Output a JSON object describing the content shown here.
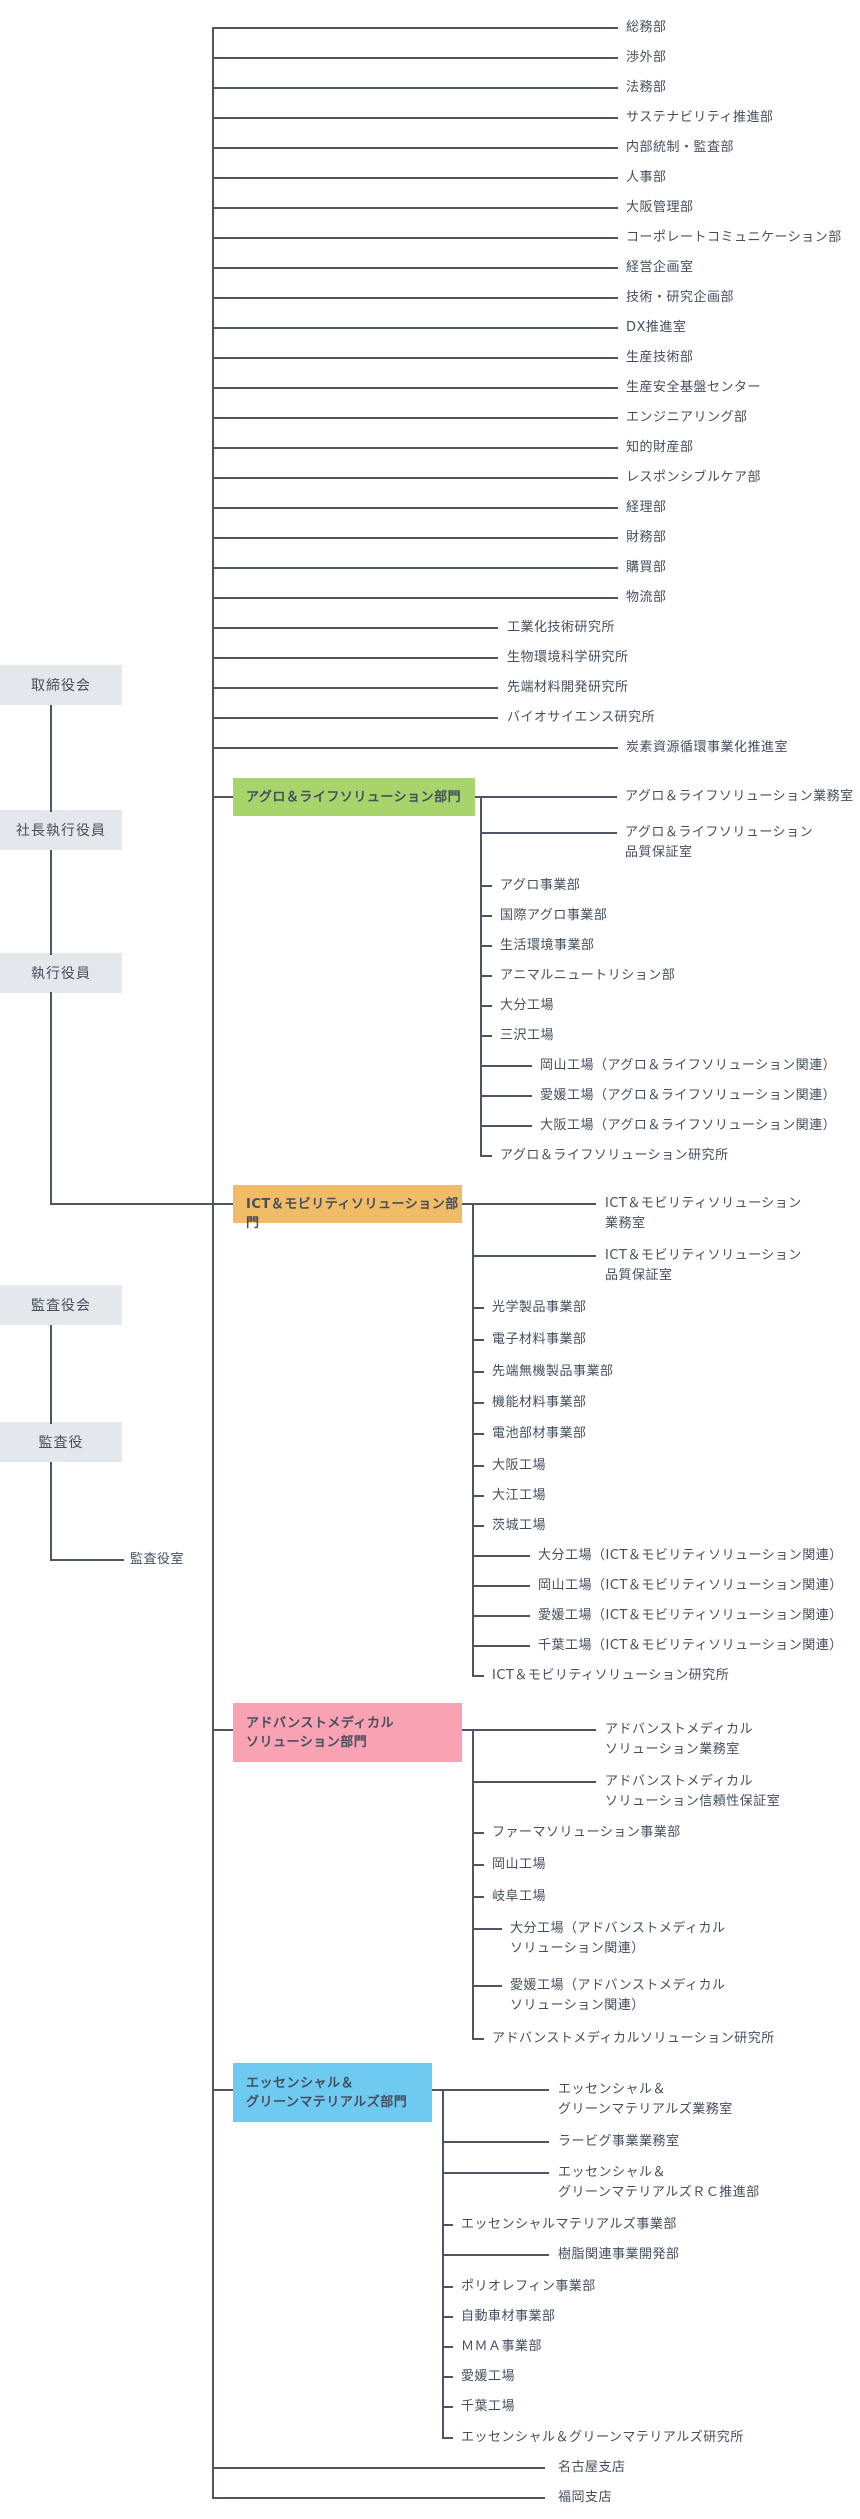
{
  "colors": {
    "line": "#4e5565",
    "text": "#454e5c",
    "governance_box": "#e4e8ec",
    "division_agro": "#a8d46c",
    "division_ict": "#f1bc67",
    "division_amd": "#f8a2b3",
    "division_egm": "#6fcaf2"
  },
  "governance": {
    "executive_chain": [
      {
        "label": "取締役会"
      },
      {
        "label": "社長執行役員"
      },
      {
        "label": "執行役員"
      }
    ],
    "audit_chain": [
      {
        "label": "監査役会"
      },
      {
        "label": "監査役"
      }
    ],
    "audit_office_label": "監査役室"
  },
  "corporate_units": [
    {
      "label": "総務部",
      "tier": "direct"
    },
    {
      "label": "渉外部",
      "tier": "direct"
    },
    {
      "label": "法務部",
      "tier": "direct"
    },
    {
      "label": "サステナビリティ推進部",
      "tier": "direct"
    },
    {
      "label": "内部統制・監査部",
      "tier": "direct"
    },
    {
      "label": "人事部",
      "tier": "direct"
    },
    {
      "label": "大阪管理部",
      "tier": "direct"
    },
    {
      "label": "コーポレートコミュニケーション部",
      "tier": "direct"
    },
    {
      "label": "経営企画室",
      "tier": "direct"
    },
    {
      "label": "技術・研究企画部",
      "tier": "direct"
    },
    {
      "label": "DX推進室",
      "tier": "direct"
    },
    {
      "label": "生産技術部",
      "tier": "direct"
    },
    {
      "label": "生産安全基盤センター",
      "tier": "direct"
    },
    {
      "label": "エンジニアリング部",
      "tier": "direct"
    },
    {
      "label": "知的財産部",
      "tier": "direct"
    },
    {
      "label": "レスポンシブルケア部",
      "tier": "direct"
    },
    {
      "label": "経理部",
      "tier": "direct"
    },
    {
      "label": "財務部",
      "tier": "direct"
    },
    {
      "label": "購買部",
      "tier": "direct"
    },
    {
      "label": "物流部",
      "tier": "direct"
    },
    {
      "label": "工業化技術研究所",
      "tier": "institute"
    },
    {
      "label": "生物環境科学研究所",
      "tier": "institute"
    },
    {
      "label": "先端材料開発研究所",
      "tier": "institute"
    },
    {
      "label": "バイオサイエンス研究所",
      "tier": "institute"
    },
    {
      "label": "炭素資源循環事業化推進室",
      "tier": "direct"
    }
  ],
  "divisions": [
    {
      "name_lines": [
        "アグロ＆ライフソリューション部門"
      ],
      "color": "#a8d46c",
      "units": [
        {
          "lines": [
            "アグロ＆ライフソリューション業務室"
          ],
          "tier": "office"
        },
        {
          "lines": [
            "アグロ＆ライフソリューション",
            "品質保証室"
          ],
          "tier": "office"
        },
        {
          "lines": [
            "アグロ事業部"
          ],
          "tier": "dept"
        },
        {
          "lines": [
            "国際アグロ事業部"
          ],
          "tier": "dept"
        },
        {
          "lines": [
            "生活環境事業部"
          ],
          "tier": "dept"
        },
        {
          "lines": [
            "アニマルニュートリション部"
          ],
          "tier": "dept"
        },
        {
          "lines": [
            "大分工場"
          ],
          "tier": "dept"
        },
        {
          "lines": [
            "三沢工場"
          ],
          "tier": "dept"
        },
        {
          "lines": [
            "岡山工場（アグロ＆ライフソリューション関連）"
          ],
          "tier": "related"
        },
        {
          "lines": [
            "愛媛工場（アグロ＆ライフソリューション関連）"
          ],
          "tier": "related"
        },
        {
          "lines": [
            "大阪工場（アグロ＆ライフソリューション関連）"
          ],
          "tier": "related"
        },
        {
          "lines": [
            "アグロ＆ライフソリューション研究所"
          ],
          "tier": "dept"
        }
      ]
    },
    {
      "name_lines": [
        "ICT＆モビリティソリューション部門"
      ],
      "color": "#f1bc67",
      "units": [
        {
          "lines": [
            "ICT＆モビリティソリューション",
            "業務室"
          ],
          "tier": "office"
        },
        {
          "lines": [
            "ICT＆モビリティソリューション",
            "品質保証室"
          ],
          "tier": "office"
        },
        {
          "lines": [
            "光学製品事業部"
          ],
          "tier": "dept"
        },
        {
          "lines": [
            "電子材料事業部"
          ],
          "tier": "dept"
        },
        {
          "lines": [
            "先端無機製品事業部"
          ],
          "tier": "dept"
        },
        {
          "lines": [
            "機能材料事業部"
          ],
          "tier": "dept"
        },
        {
          "lines": [
            "電池部材事業部"
          ],
          "tier": "dept"
        },
        {
          "lines": [
            "大阪工場"
          ],
          "tier": "dept"
        },
        {
          "lines": [
            "大江工場"
          ],
          "tier": "dept"
        },
        {
          "lines": [
            "茨城工場"
          ],
          "tier": "dept"
        },
        {
          "lines": [
            "大分工場（ICT＆モビリティソリューション関連）"
          ],
          "tier": "related"
        },
        {
          "lines": [
            "岡山工場（ICT＆モビリティソリューション関連）"
          ],
          "tier": "related"
        },
        {
          "lines": [
            "愛媛工場（ICT＆モビリティソリューション関連）"
          ],
          "tier": "related"
        },
        {
          "lines": [
            "千葉工場（ICT＆モビリティソリューション関連）"
          ],
          "tier": "related"
        },
        {
          "lines": [
            "ICT＆モビリティソリューション研究所"
          ],
          "tier": "dept"
        }
      ]
    },
    {
      "name_lines": [
        "アドバンストメディカル",
        "ソリューション部門"
      ],
      "color": "#f8a2b3",
      "units": [
        {
          "lines": [
            "アドバンストメディカル",
            "ソリューション業務室"
          ],
          "tier": "office"
        },
        {
          "lines": [
            "アドバンストメディカル",
            "ソリューション信頼性保証室"
          ],
          "tier": "office"
        },
        {
          "lines": [
            "ファーマソリューション事業部"
          ],
          "tier": "dept"
        },
        {
          "lines": [
            "岡山工場"
          ],
          "tier": "dept"
        },
        {
          "lines": [
            "岐阜工場"
          ],
          "tier": "dept"
        },
        {
          "lines": [
            "大分工場（アドバンストメディカル",
            "ソリューション関連）"
          ],
          "tier": "related"
        },
        {
          "lines": [
            "愛媛工場（アドバンストメディカル",
            "ソリューション関連）"
          ],
          "tier": "related"
        },
        {
          "lines": [
            "アドバンストメディカルソリューション研究所"
          ],
          "tier": "dept"
        }
      ]
    },
    {
      "name_lines": [
        "エッセンシャル＆",
        "グリーンマテリアルズ部門"
      ],
      "color": "#6fcaf2",
      "units": [
        {
          "lines": [
            "エッセンシャル＆",
            "グリーンマテリアルズ業務室"
          ],
          "tier": "office"
        },
        {
          "lines": [
            "ラービグ事業業務室"
          ],
          "tier": "office"
        },
        {
          "lines": [
            "エッセンシャル＆",
            "グリーンマテリアルズＲＣ推進部"
          ],
          "tier": "office"
        },
        {
          "lines": [
            "エッセンシャルマテリアルズ事業部"
          ],
          "tier": "dept"
        },
        {
          "lines": [
            "樹脂関連事業開発部"
          ],
          "tier": "office"
        },
        {
          "lines": [
            "ポリオレフィン事業部"
          ],
          "tier": "dept"
        },
        {
          "lines": [
            "自動車材事業部"
          ],
          "tier": "dept"
        },
        {
          "lines": [
            "ＭＭＡ事業部"
          ],
          "tier": "dept"
        },
        {
          "lines": [
            "愛媛工場"
          ],
          "tier": "dept"
        },
        {
          "lines": [
            "千葉工場"
          ],
          "tier": "dept"
        },
        {
          "lines": [
            "エッセンシャル＆グリーンマテリアルズ研究所"
          ],
          "tier": "dept"
        }
      ]
    }
  ],
  "branch_offices": [
    {
      "label": "名古屋支店"
    },
    {
      "label": "福岡支店"
    }
  ]
}
